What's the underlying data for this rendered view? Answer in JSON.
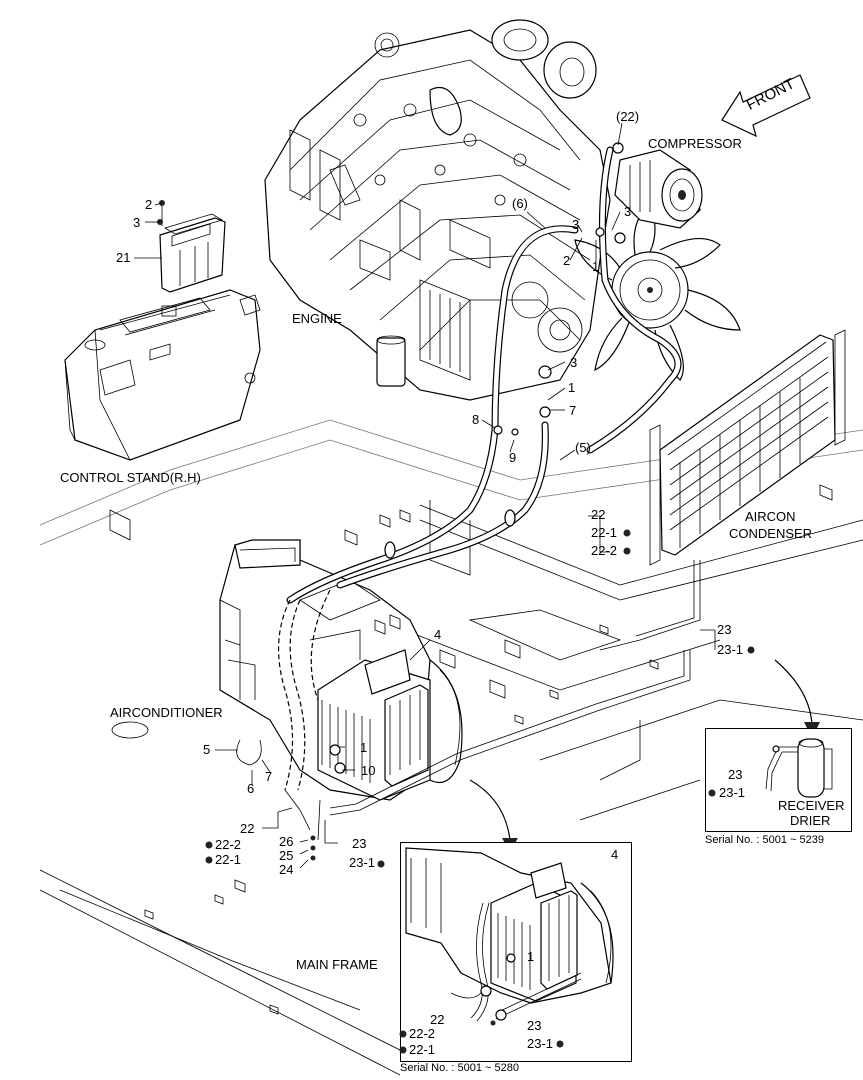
{
  "labels": {
    "front": "FRONT",
    "compressor": "COMPRESSOR",
    "engine": "ENGINE",
    "control_stand": "CONTROL STAND(R.H)",
    "aircon_condenser_1": "AIRCON",
    "aircon_condenser_2": "CONDENSER",
    "airconditioner": "AIRCONDITIONER",
    "main_frame": "MAIN FRAME",
    "receiver_drier_1": "RECEIVER",
    "receiver_drier_2": "DRIER"
  },
  "serials": {
    "right_inset": "Serial No. : 5001 ~ 5239",
    "bottom_inset": "Serial No. : 5001 ~ 5280"
  },
  "callouts": {
    "c2_top": "2",
    "c3_top": "3",
    "c21": "21",
    "c22_paren": "(22)",
    "c6_paren": "(6)",
    "c3_comp": "3",
    "c3_hose": "3",
    "c2_hose": "2",
    "c1_hose": "1",
    "c3_mid": "3",
    "c1_mid": "1",
    "c7_mid": "7",
    "c8": "8",
    "c9": "9",
    "c5_paren": "(5)",
    "c22": "22",
    "c22_1": "22-1",
    "c22_2": "22-2",
    "c23_r": "23",
    "c23_1_r": "23-1",
    "c4": "4",
    "c1_ac": "1",
    "c10": "10",
    "c5": "5",
    "c7": "7",
    "c6": "6",
    "c22_b": "22",
    "c22_2_b": "22-2",
    "c22_1_b": "22-1",
    "c26": "26",
    "c25": "25",
    "c24": "24",
    "c23_b": "23",
    "c23_1_b": "23-1",
    "ri_23": "23",
    "ri_23_1": "23-1",
    "bi_4": "4",
    "bi_1": "1",
    "bi_22": "22",
    "bi_22_2": "22-2",
    "bi_22_1": "22-1",
    "bi_23": "23",
    "bi_23_1": "23-1"
  }
}
